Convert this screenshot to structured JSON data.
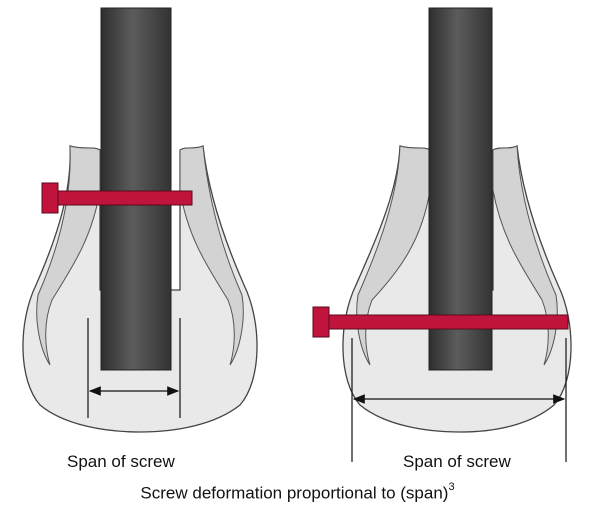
{
  "labels": {
    "left_span": "Span of screw",
    "right_span": "Span of screw",
    "caption_text": "Screw deformation proportional to (span)",
    "caption_superscript": "3"
  },
  "colors": {
    "bone_outer": "#e9e9e9",
    "bone_cortex": "#d3d3d3",
    "bone_outline": "#444444",
    "rod": "#4a4a4a",
    "screw": "#c0143c",
    "screw_outline": "#5a0a1a",
    "dimension_line": "#111111"
  }
}
